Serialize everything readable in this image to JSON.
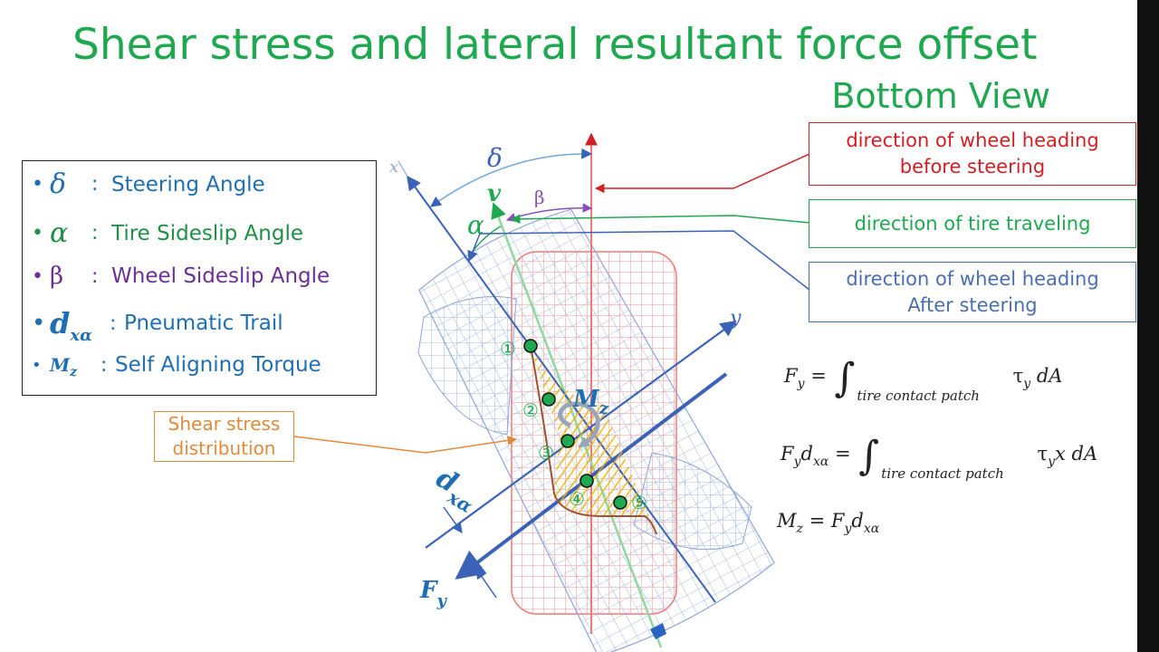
{
  "title": "Shear stress and lateral resultant force offset",
  "subtitle": "Bottom View",
  "legend": [
    {
      "symbol": "δ",
      "text": "Steering Angle",
      "color": "#1f6eb4"
    },
    {
      "symbol": "α",
      "text": "Tire Sideslip Angle",
      "color": "#1f8f46"
    },
    {
      "symbol": "β",
      "text": "Wheel Sideslip Angle",
      "color": "#6b2f96"
    },
    {
      "symbol": "d",
      "symbol_sub": "xα",
      "text": "Pneumatic Trail",
      "color": "#1f6eb4"
    },
    {
      "symbol": "M",
      "symbol_sub": "z",
      "text": "Self Aligning Torque",
      "color": "#1f6eb4"
    }
  ],
  "callouts": {
    "before_steering": {
      "line1": "direction of wheel heading",
      "line2": "before steering",
      "color": "#d11f24"
    },
    "traveling": {
      "line1": "direction of tire traveling",
      "color": "#1fa84f"
    },
    "after_steering": {
      "line1": "direction of wheel heading",
      "line2": "After steering",
      "color": "#4a6fb0"
    },
    "shear": {
      "line1": "Shear stress",
      "line2": "distribution",
      "color": "#e08a3c"
    }
  },
  "diagram_labels": {
    "delta": "δ",
    "alpha": "α",
    "v": "v",
    "beta": "β",
    "x_axis": "x",
    "y_axis": "y",
    "mz": "M",
    "mz_sub": "z",
    "dxa": "d",
    "dxa_sub": "xα",
    "fy": "F",
    "fy_sub": "y",
    "points": [
      "①",
      "②",
      "③",
      "④",
      "⑤"
    ]
  },
  "equations": {
    "eq1_lhs_var": "F",
    "eq1_lhs_sub": "y",
    "eq1_limit": "tire contact patch",
    "eq1_rhs": "τ",
    "eq1_rhs_sub": "y",
    "eq1_tail": " dA",
    "eq2_lhs_var": "F",
    "eq2_lhs_sub": "y",
    "eq2_lhs_var2": "d",
    "eq2_lhs_sub2": "xα",
    "eq2_limit": "tire contact patch",
    "eq2_rhs": "τ",
    "eq2_rhs_sub": "y",
    "eq2_tail": "x dA",
    "eq3_lhs_var": "M",
    "eq3_lhs_sub": "z",
    "eq3_rhs_var": "F",
    "eq3_rhs_sub": "y",
    "eq3_rhs_var2": "d",
    "eq3_rhs_sub2": "xα"
  }
}
